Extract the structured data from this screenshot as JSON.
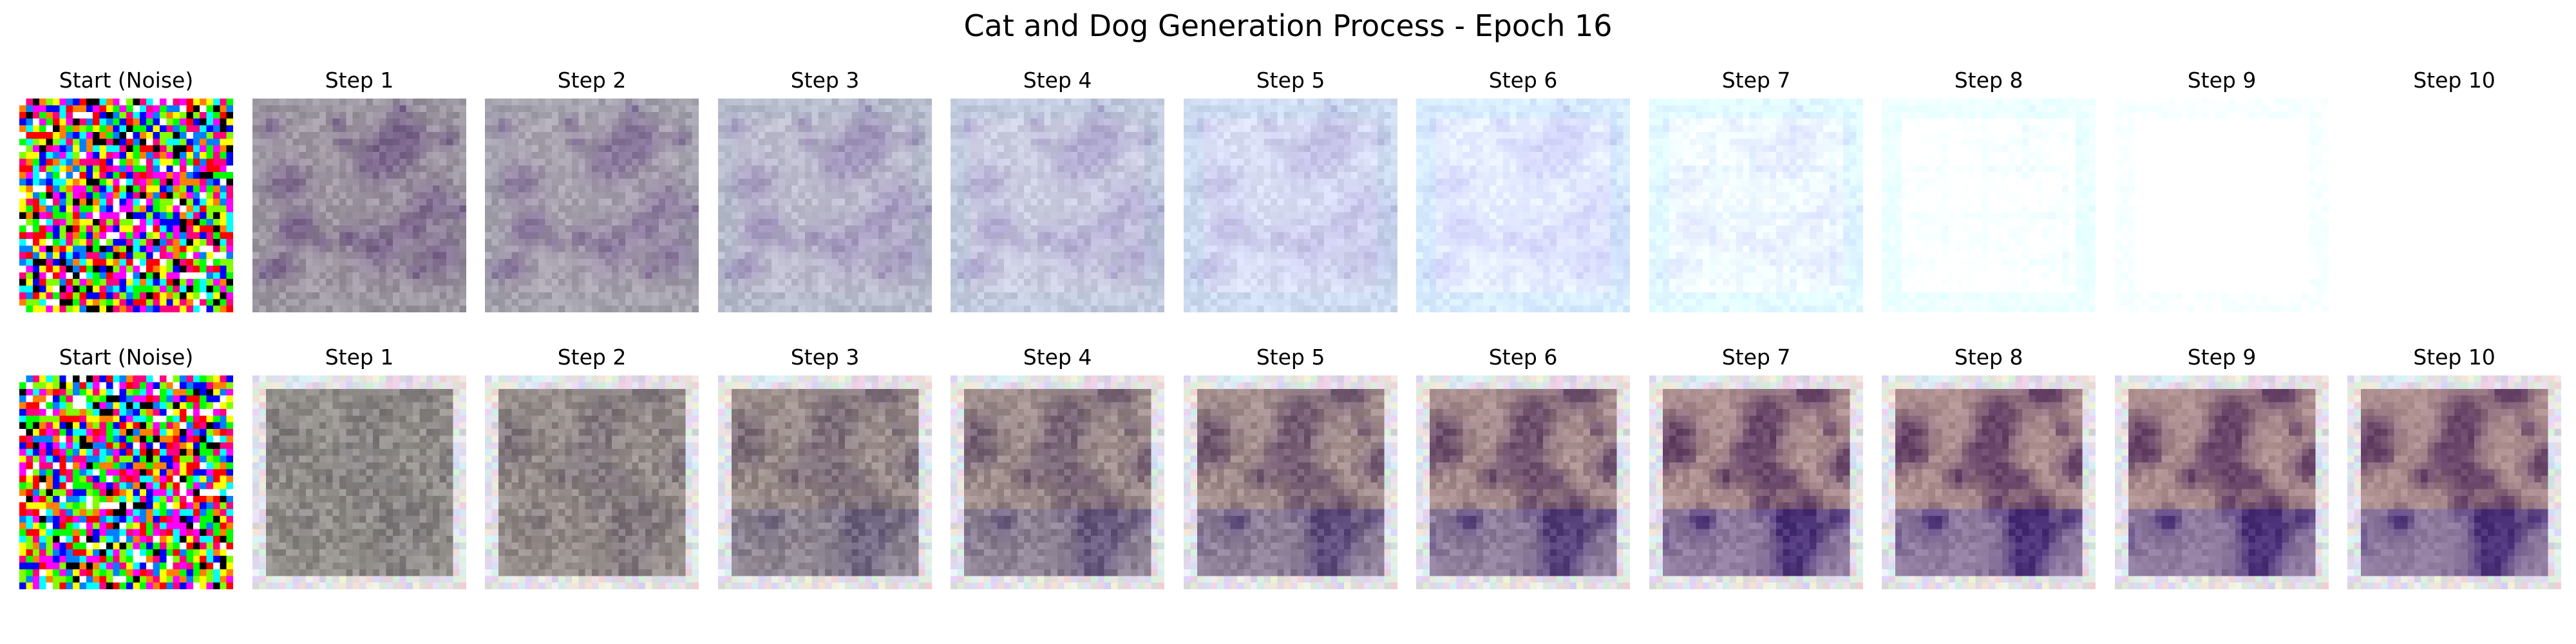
{
  "figure": {
    "title": "Cat and Dog Generation Process - Epoch 16"
  },
  "rows": [
    {
      "kind": "bright-collapse",
      "panels": [
        {
          "label": "Start (Noise)",
          "denoise": 0.0
        },
        {
          "label": "Step 1",
          "denoise": 0.1
        },
        {
          "label": "Step 2",
          "denoise": 0.2
        },
        {
          "label": "Step 3",
          "denoise": 0.3
        },
        {
          "label": "Step 4",
          "denoise": 0.4
        },
        {
          "label": "Step 5",
          "denoise": 0.5
        },
        {
          "label": "Step 6",
          "denoise": 0.6
        },
        {
          "label": "Step 7",
          "denoise": 0.7
        },
        {
          "label": "Step 8",
          "denoise": 0.8
        },
        {
          "label": "Step 9",
          "denoise": 0.9
        },
        {
          "label": "Step 10",
          "denoise": 1.0
        }
      ]
    },
    {
      "kind": "brown-texture",
      "panels": [
        {
          "label": "Start (Noise)",
          "denoise": 0.0
        },
        {
          "label": "Step 1",
          "denoise": 0.1
        },
        {
          "label": "Step 2",
          "denoise": 0.2
        },
        {
          "label": "Step 3",
          "denoise": 0.3
        },
        {
          "label": "Step 4",
          "denoise": 0.4
        },
        {
          "label": "Step 5",
          "denoise": 0.5
        },
        {
          "label": "Step 6",
          "denoise": 0.6
        },
        {
          "label": "Step 7",
          "denoise": 0.7
        },
        {
          "label": "Step 8",
          "denoise": 0.8
        },
        {
          "label": "Step 9",
          "denoise": 0.9
        },
        {
          "label": "Step 10",
          "denoise": 1.0
        }
      ]
    }
  ],
  "colors": {
    "background": "#ffffff",
    "text": "#000000"
  }
}
